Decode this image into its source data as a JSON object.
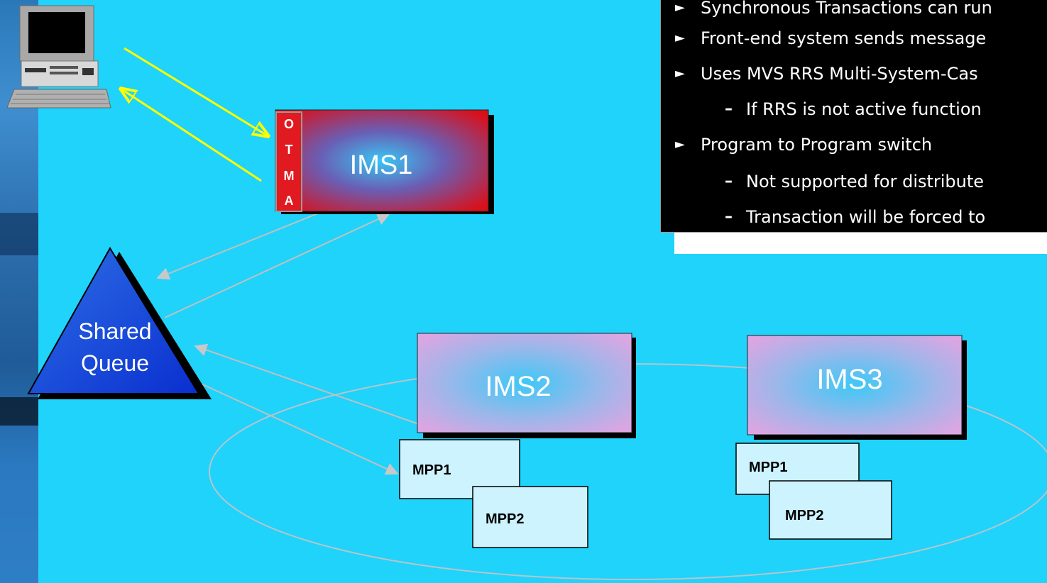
{
  "callout": {
    "bullets": [
      {
        "text": "Synchronous Transactions can run"
      },
      {
        "text": "Front-end system sends message"
      },
      {
        "text": "Uses MVS RRS Multi-System-Cas"
      },
      {
        "text": "If RRS is not active function",
        "sub": true
      },
      {
        "text": "Program to Program switch"
      },
      {
        "text": "Not supported for distribute",
        "sub": true
      },
      {
        "text": "Transaction will be forced to",
        "sub": true
      }
    ],
    "bullet_glyph": "►",
    "sub_glyph": "–"
  },
  "nodes": {
    "ims1": "IMS1",
    "ims2": "IMS2",
    "ims3": "IMS3",
    "otma": [
      "O",
      "T",
      "M",
      "A"
    ],
    "shared_queue": [
      "Shared",
      "Queue"
    ],
    "ims2_mpp1": "MPP1",
    "ims2_mpp2": "MPP2",
    "ims3_mpp1": "MPP1",
    "ims3_mpp2": "MPP2"
  },
  "colors": {
    "background": "#1fd3fb",
    "ims1_edge": "#d9101a",
    "ims_purple_edge": "#d9a3e0",
    "shared_queue": "#1a4fd8",
    "mpp_fill": "#cdf3ff",
    "yellow_arrow": "#ffff00",
    "gray_arrow": "#c0c0c0"
  },
  "icons": {
    "terminal": "computer-terminal-icon"
  }
}
